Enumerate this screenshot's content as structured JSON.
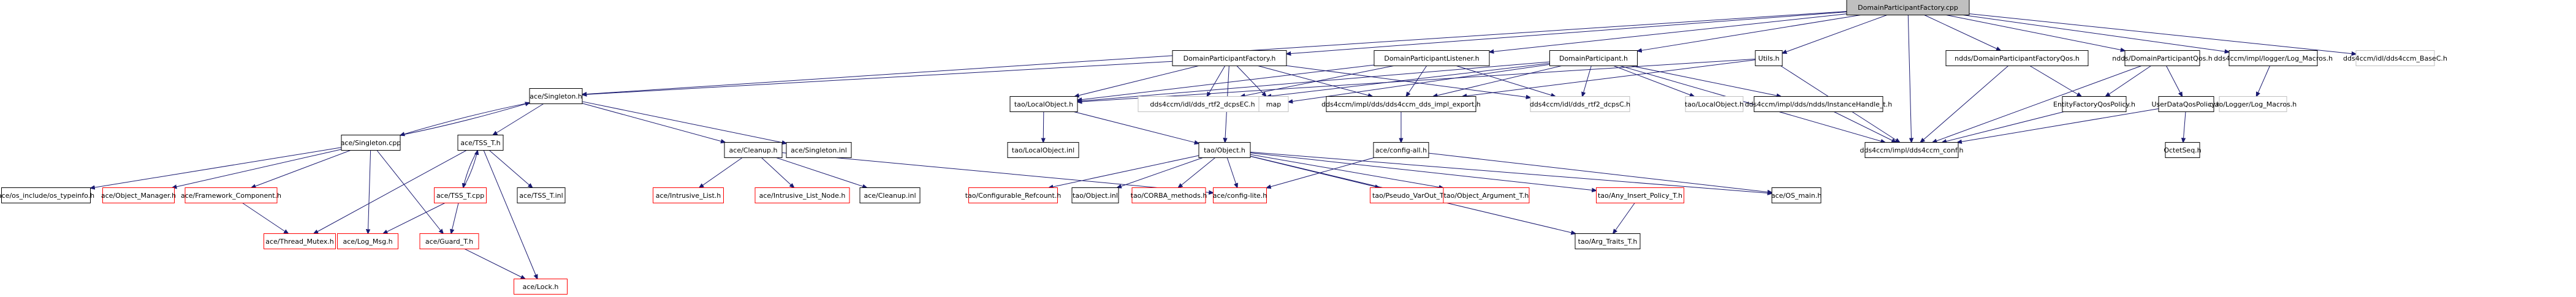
{
  "title": "DomainParticipantFactory.cpp include dependency graph",
  "colors": {
    "edge": "#191970",
    "root_fill": "#bfbfbf",
    "documented_border": "#000000",
    "undocumented_border": "#bfbfbf",
    "truncated_border": "#ff0000"
  },
  "nodes": [
    {
      "id": "root",
      "label": "DomainParticipantFactory.cpp",
      "style": "root"
    },
    {
      "id": "dpf_h",
      "label": "DomainParticipantFactory.h",
      "style": "documented"
    },
    {
      "id": "dpl_h",
      "label": "DomainParticipantListener.h",
      "style": "documented"
    },
    {
      "id": "dp_h",
      "label": "DomainParticipant.h",
      "style": "documented"
    },
    {
      "id": "utils_h",
      "label": "Utils.h",
      "style": "documented"
    },
    {
      "id": "ndds_dpfqos",
      "label": "ndds/DomainParticipantFactoryQos.h",
      "style": "documented"
    },
    {
      "id": "ndds_dpqos",
      "label": "ndds/DomainParticipantQos.h",
      "style": "documented"
    },
    {
      "id": "log_macros",
      "label": "dds4ccm/impl/logger/Log_Macros.h",
      "style": "documented"
    },
    {
      "id": "basec",
      "label": "dds4ccm/idl/dds4ccm_BaseC.h",
      "style": "undocumented"
    },
    {
      "id": "singleton_h",
      "label": "ace/Singleton.h",
      "style": "documented"
    },
    {
      "id": "localobj_h",
      "label": "tao/LocalObject.h",
      "style": "documented"
    },
    {
      "id": "dcpsec",
      "label": "dds4ccm/idl/dds_rtf2_dcpsEC.h",
      "style": "undocumented"
    },
    {
      "id": "map",
      "label": "map",
      "style": "undocumented"
    },
    {
      "id": "impl_export",
      "label": "dds4ccm/impl/dds/dds4ccm_dds_impl_export.h",
      "style": "documented"
    },
    {
      "id": "dcpsc",
      "label": "dds4ccm/idl/dds_rtf2_dcpsC.h",
      "style": "undocumented"
    },
    {
      "id": "localobj_h2",
      "label": "tao/LocalObject.h",
      "style": "undocumented"
    },
    {
      "id": "inst_handle",
      "label": "dds4ccm/impl/dds/ndds/InstanceHandle_t.h",
      "style": "documented"
    },
    {
      "id": "entity_qos",
      "label": "EntityFactoryQosPolicy.h",
      "style": "documented"
    },
    {
      "id": "userdata_qos",
      "label": "UserDataQosPolicy.h",
      "style": "documented"
    },
    {
      "id": "ciao_log",
      "label": "ciao/Logger/Log_Macros.h",
      "style": "undocumented"
    },
    {
      "id": "singleton_cpp",
      "label": "ace/Singleton.cpp",
      "style": "documented"
    },
    {
      "id": "tss_h",
      "label": "ace/TSS_T.h",
      "style": "documented"
    },
    {
      "id": "cleanup_h",
      "label": "ace/Cleanup.h",
      "style": "documented"
    },
    {
      "id": "singleton_inl",
      "label": "ace/Singleton.inl",
      "style": "documented"
    },
    {
      "id": "localobj_inl",
      "label": "tao/LocalObject.inl",
      "style": "documented"
    },
    {
      "id": "object_h",
      "label": "tao/Object.h",
      "style": "documented"
    },
    {
      "id": "config_all",
      "label": "ace/config-all.h",
      "style": "documented"
    },
    {
      "id": "conf_h",
      "label": "dds4ccm/impl/dds4ccm_conf.h",
      "style": "documented"
    },
    {
      "id": "octetseq",
      "label": "OctetSeq.h",
      "style": "documented"
    },
    {
      "id": "os_typeinfo",
      "label": "ace/os_include/os_typeinfo.h",
      "style": "documented"
    },
    {
      "id": "obj_manager",
      "label": "ace/Object_Manager.h",
      "style": "truncated"
    },
    {
      "id": "framework",
      "label": "ace/Framework_Component.h",
      "style": "truncated"
    },
    {
      "id": "tss_cpp",
      "label": "ace/TSS_T.cpp",
      "style": "truncated"
    },
    {
      "id": "tss_inl",
      "label": "ace/TSS_T.inl",
      "style": "documented"
    },
    {
      "id": "intrusive_list",
      "label": "ace/Intrusive_List.h",
      "style": "truncated"
    },
    {
      "id": "intrusive_node",
      "label": "ace/Intrusive_List_Node.h",
      "style": "truncated"
    },
    {
      "id": "cleanup_inl",
      "label": "ace/Cleanup.inl",
      "style": "documented"
    },
    {
      "id": "refcount",
      "label": "tao/Configurable_Refcount.h",
      "style": "truncated"
    },
    {
      "id": "object_inl",
      "label": "tao/Object.inl",
      "style": "documented"
    },
    {
      "id": "corba_methods",
      "label": "tao/CORBA_methods.h",
      "style": "truncated"
    },
    {
      "id": "config_lite",
      "label": "ace/config-lite.h",
      "style": "truncated"
    },
    {
      "id": "pseudo_varout",
      "label": "tao/Pseudo_VarOut_T.h",
      "style": "truncated"
    },
    {
      "id": "obj_argument",
      "label": "tao/Object_Argument_T.h",
      "style": "truncated"
    },
    {
      "id": "any_insert",
      "label": "tao/Any_Insert_Policy_T.h",
      "style": "truncated"
    },
    {
      "id": "os_main",
      "label": "ace/OS_main.h",
      "style": "documented"
    },
    {
      "id": "thread_mutex",
      "label": "ace/Thread_Mutex.h",
      "style": "truncated"
    },
    {
      "id": "log_msg",
      "label": "ace/Log_Msg.h",
      "style": "truncated"
    },
    {
      "id": "guard_t",
      "label": "ace/Guard_T.h",
      "style": "truncated"
    },
    {
      "id": "arg_traits",
      "label": "tao/Arg_Traits_T.h",
      "style": "documented"
    },
    {
      "id": "lock_h",
      "label": "ace/Lock.h",
      "style": "truncated"
    }
  ],
  "edges": [
    [
      "root",
      "dpf_h"
    ],
    [
      "root",
      "dpl_h"
    ],
    [
      "root",
      "dp_h"
    ],
    [
      "root",
      "utils_h"
    ],
    [
      "root",
      "ndds_dpfqos"
    ],
    [
      "root",
      "ndds_dpqos"
    ],
    [
      "root",
      "log_macros"
    ],
    [
      "root",
      "basec"
    ],
    [
      "root",
      "singleton_h"
    ],
    [
      "root",
      "conf_h"
    ],
    [
      "dpf_h",
      "singleton_h"
    ],
    [
      "dpf_h",
      "localobj_h"
    ],
    [
      "dpf_h",
      "dcpsec"
    ],
    [
      "dpf_h",
      "map"
    ],
    [
      "dpf_h",
      "impl_export"
    ],
    [
      "dpf_h",
      "dcpsc"
    ],
    [
      "dpf_h",
      "object_h"
    ],
    [
      "dpl_h",
      "localobj_h"
    ],
    [
      "dpl_h",
      "impl_export"
    ],
    [
      "dpl_h",
      "dcpsec"
    ],
    [
      "dpl_h",
      "dcpsc"
    ],
    [
      "dp_h",
      "localobj_h"
    ],
    [
      "dp_h",
      "dcpsec"
    ],
    [
      "dp_h",
      "map"
    ],
    [
      "dp_h",
      "impl_export"
    ],
    [
      "dp_h",
      "dcpsc"
    ],
    [
      "dp_h",
      "localobj_h2"
    ],
    [
      "dp_h",
      "inst_handle"
    ],
    [
      "dp_h",
      "conf_h"
    ],
    [
      "utils_h",
      "localobj_h"
    ],
    [
      "utils_h",
      "impl_export"
    ],
    [
      "utils_h",
      "conf_h"
    ],
    [
      "ndds_dpfqos",
      "entity_qos"
    ],
    [
      "ndds_dpfqos",
      "conf_h"
    ],
    [
      "ndds_dpqos",
      "entity_qos"
    ],
    [
      "ndds_dpqos",
      "userdata_qos"
    ],
    [
      "ndds_dpqos",
      "conf_h"
    ],
    [
      "log_macros",
      "ciao_log"
    ],
    [
      "entity_qos",
      "conf_h"
    ],
    [
      "userdata_qos",
      "conf_h"
    ],
    [
      "userdata_qos",
      "octetseq"
    ],
    [
      "inst_handle",
      "conf_h"
    ],
    [
      "impl_export",
      "config_all"
    ],
    [
      "localobj_h",
      "localobj_inl"
    ],
    [
      "localobj_h",
      "object_h"
    ],
    [
      "singleton_h",
      "singleton_cpp"
    ],
    [
      "singleton_cpp",
      "singleton_h"
    ],
    [
      "singleton_h",
      "tss_h"
    ],
    [
      "singleton_h",
      "cleanup_h"
    ],
    [
      "singleton_h",
      "singleton_inl"
    ],
    [
      "singleton_cpp",
      "os_typeinfo"
    ],
    [
      "singleton_cpp",
      "obj_manager"
    ],
    [
      "singleton_cpp",
      "framework"
    ],
    [
      "singleton_cpp",
      "log_msg"
    ],
    [
      "singleton_cpp",
      "guard_t"
    ],
    [
      "tss_h",
      "tss_cpp"
    ],
    [
      "tss_cpp",
      "tss_h"
    ],
    [
      "tss_h",
      "tss_inl"
    ],
    [
      "tss_h",
      "thread_mutex"
    ],
    [
      "tss_h",
      "lock_h"
    ],
    [
      "tss_cpp",
      "log_msg"
    ],
    [
      "tss_cpp",
      "guard_t"
    ],
    [
      "framework",
      "thread_mutex"
    ],
    [
      "guard_t",
      "lock_h"
    ],
    [
      "cleanup_h",
      "intrusive_list"
    ],
    [
      "cleanup_h",
      "intrusive_node"
    ],
    [
      "cleanup_h",
      "cleanup_inl"
    ],
    [
      "cleanup_h",
      "config_lite"
    ],
    [
      "object_h",
      "refcount"
    ],
    [
      "object_h",
      "object_inl"
    ],
    [
      "object_h",
      "corba_methods"
    ],
    [
      "object_h",
      "config_lite"
    ],
    [
      "object_h",
      "pseudo_varout"
    ],
    [
      "object_h",
      "obj_argument"
    ],
    [
      "object_h",
      "any_insert"
    ],
    [
      "object_h",
      "arg_traits"
    ],
    [
      "object_h",
      "os_main"
    ],
    [
      "config_all",
      "config_lite"
    ],
    [
      "config_all",
      "os_main"
    ],
    [
      "any_insert",
      "arg_traits"
    ]
  ]
}
